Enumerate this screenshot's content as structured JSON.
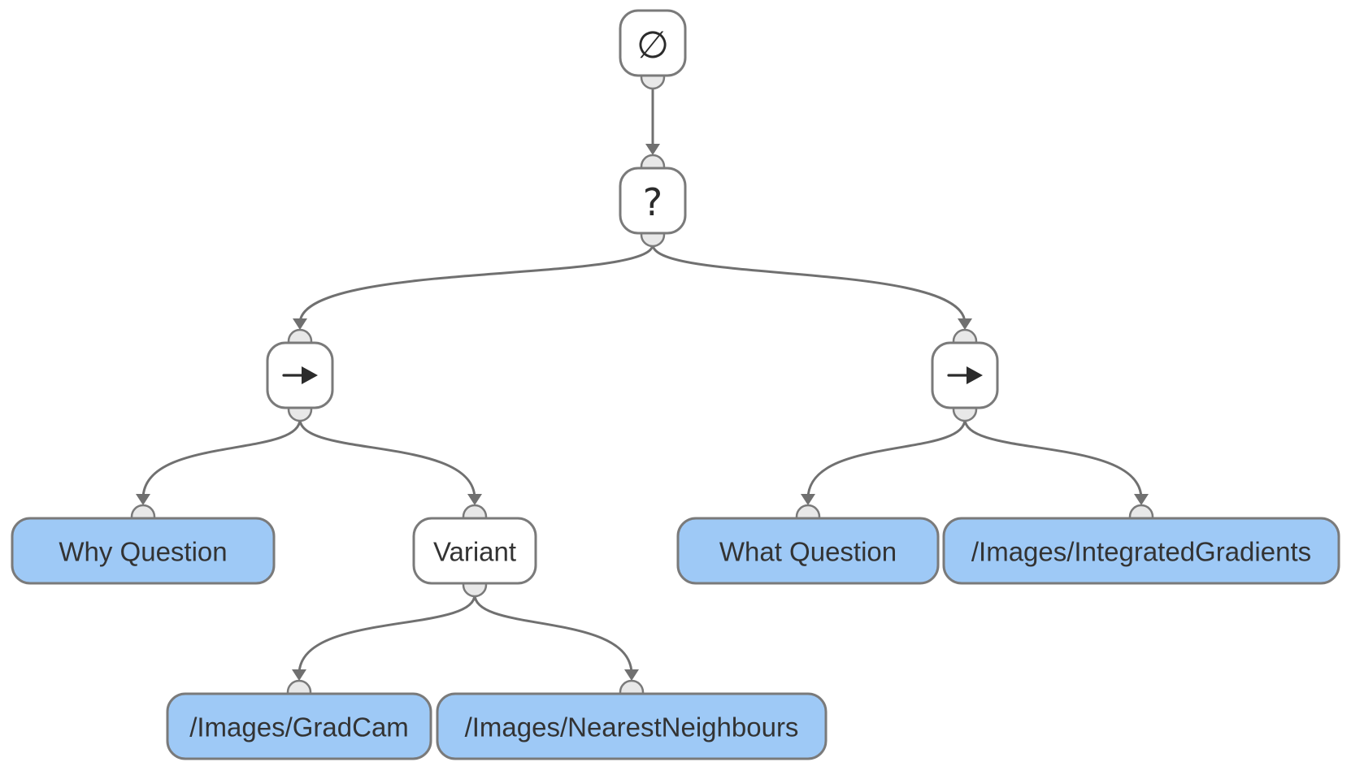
{
  "tree": {
    "nodes": [
      {
        "id": "root",
        "kind": "composite",
        "icon": "empty-set-icon",
        "symbol": "∅",
        "label": ""
      },
      {
        "id": "priority",
        "kind": "composite",
        "icon": "question-mark-icon",
        "symbol": "?",
        "label": ""
      },
      {
        "id": "seq-left",
        "kind": "composite",
        "icon": "right-arrow-icon",
        "symbol": "",
        "label": ""
      },
      {
        "id": "seq-right",
        "kind": "composite",
        "icon": "right-arrow-icon",
        "symbol": "",
        "label": ""
      },
      {
        "id": "why-question",
        "kind": "leaf",
        "label": "Why Question"
      },
      {
        "id": "variant",
        "kind": "composite",
        "label": "Variant"
      },
      {
        "id": "what-question",
        "kind": "leaf",
        "label": "What Question"
      },
      {
        "id": "integrated-gradients",
        "kind": "leaf",
        "label": "/Images/IntegratedGradients"
      },
      {
        "id": "gradcam",
        "kind": "leaf",
        "label": "/Images/GradCam"
      },
      {
        "id": "nearest-neighbours",
        "kind": "leaf",
        "label": "/Images/NearestNeighbours"
      }
    ],
    "edges": [
      {
        "from": "root",
        "to": "priority"
      },
      {
        "from": "priority",
        "to": "seq-left"
      },
      {
        "from": "priority",
        "to": "seq-right"
      },
      {
        "from": "seq-left",
        "to": "why-question"
      },
      {
        "from": "seq-left",
        "to": "variant"
      },
      {
        "from": "seq-right",
        "to": "what-question"
      },
      {
        "from": "seq-right",
        "to": "integrated-gradients"
      },
      {
        "from": "variant",
        "to": "gradcam"
      },
      {
        "from": "variant",
        "to": "nearest-neighbours"
      }
    ],
    "colors": {
      "leaf_fill": "#9ec9f6",
      "composite_fill": "#ffffff",
      "border": "#7a7a7a",
      "edge": "#707070",
      "port_fill": "#e8e8e8",
      "text": "#333333"
    }
  }
}
